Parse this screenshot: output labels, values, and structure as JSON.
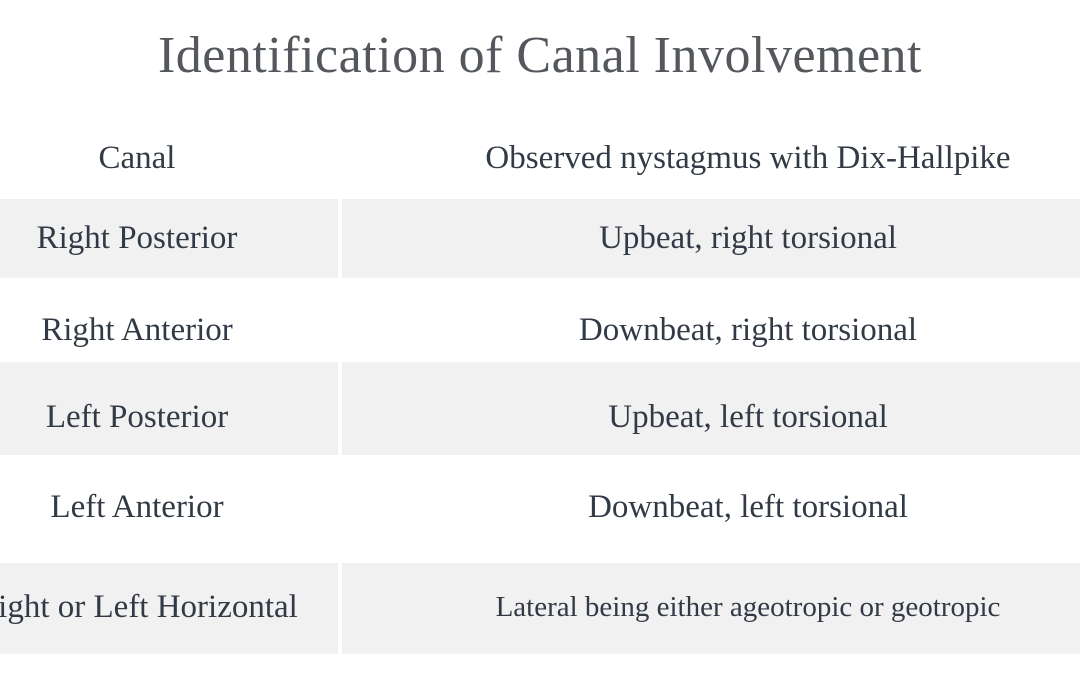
{
  "title": "Identification of Canal Involvement",
  "colors": {
    "background": "#ffffff",
    "title_text": "#54585c",
    "table_text": "#323a45",
    "row_shade": "#f1f1f2"
  },
  "table": {
    "columns": [
      {
        "label": "Canal"
      },
      {
        "label": "Observed nystagmus with Dix-Hallpike"
      }
    ],
    "rows": [
      {
        "canal": "Right Posterior",
        "nystagmus": "Upbeat, right torsional",
        "shaded": true
      },
      {
        "canal": "Right Anterior",
        "nystagmus": "Downbeat, right torsional",
        "shaded": false
      },
      {
        "canal": "Left Posterior",
        "nystagmus": "Upbeat, left torsional",
        "shaded": true
      },
      {
        "canal": "Left Anterior",
        "nystagmus": "Downbeat, left torsional",
        "shaded": false
      },
      {
        "canal": "Right or Left Horizontal",
        "nystagmus": "Lateral being either ageotropic or geotropic",
        "shaded": true
      }
    ]
  }
}
